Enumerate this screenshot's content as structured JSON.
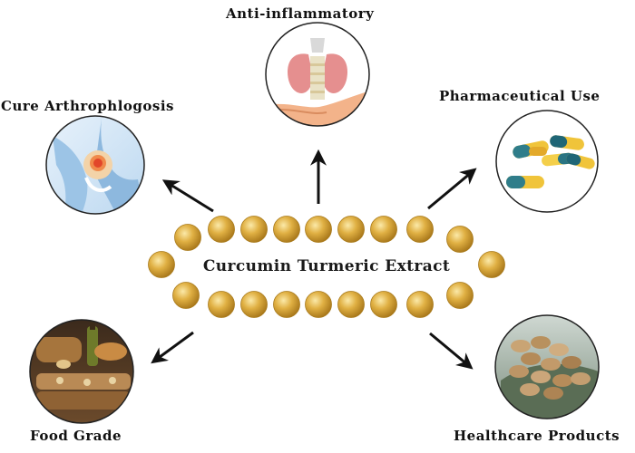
{
  "center": {
    "title": "Curcumin Turmeric Extract"
  },
  "benefits": [
    {
      "id": "anti-inflammatory",
      "label": "Anti-inflammatory",
      "icon": "thyroid-hand-icon"
    },
    {
      "id": "arthrophlogosis",
      "label": "Cure Arthrophlogosis",
      "icon": "knee-joint-icon"
    },
    {
      "id": "pharmaceutical",
      "label": "Pharmaceutical Use",
      "icon": "capsules-icon"
    },
    {
      "id": "food-grade",
      "label": "Food Grade",
      "icon": "bread-oil-icon"
    },
    {
      "id": "healthcare",
      "label": "Healthcare Products",
      "icon": "tablets-icon"
    }
  ],
  "colors": {
    "bead": "#d8a437",
    "bead_dark": "#a97a1a",
    "bead_light": "#f6dc8a",
    "arrow": "#111111",
    "text": "#111111",
    "circle_border": "#222222"
  }
}
